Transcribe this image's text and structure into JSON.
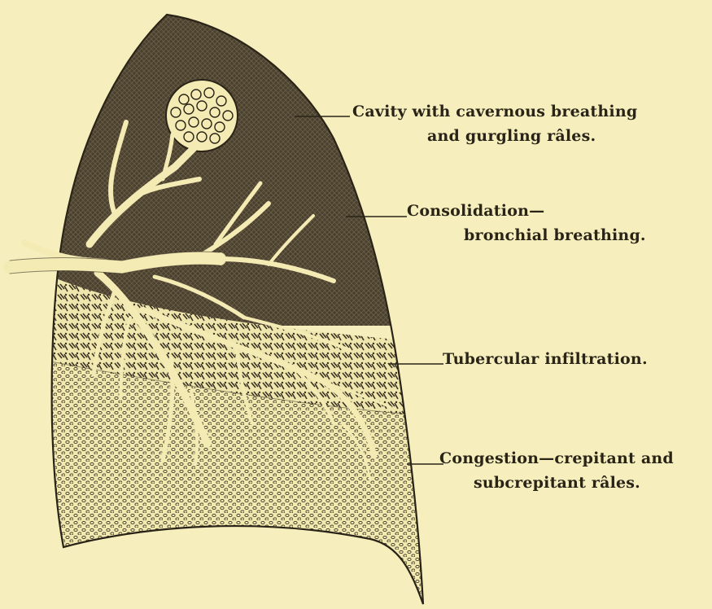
{
  "labels": {
    "cavity": {
      "line1": "Cavity with cavernous breathing",
      "line2": "and gurgling râles."
    },
    "consolidation": {
      "line1": "Consolidation—",
      "line2": "bronchial breathing."
    },
    "infiltration": {
      "line1": "Tubercular infiltration."
    },
    "congestion": {
      "line1": "Congestion—crepitant and",
      "line2": "subcrepitant râles."
    }
  },
  "colors": {
    "paper": "#f6efbd",
    "ink": "#2a2418",
    "consolidation_fill": "#4a4030",
    "bronchi": "#f4eab4"
  }
}
